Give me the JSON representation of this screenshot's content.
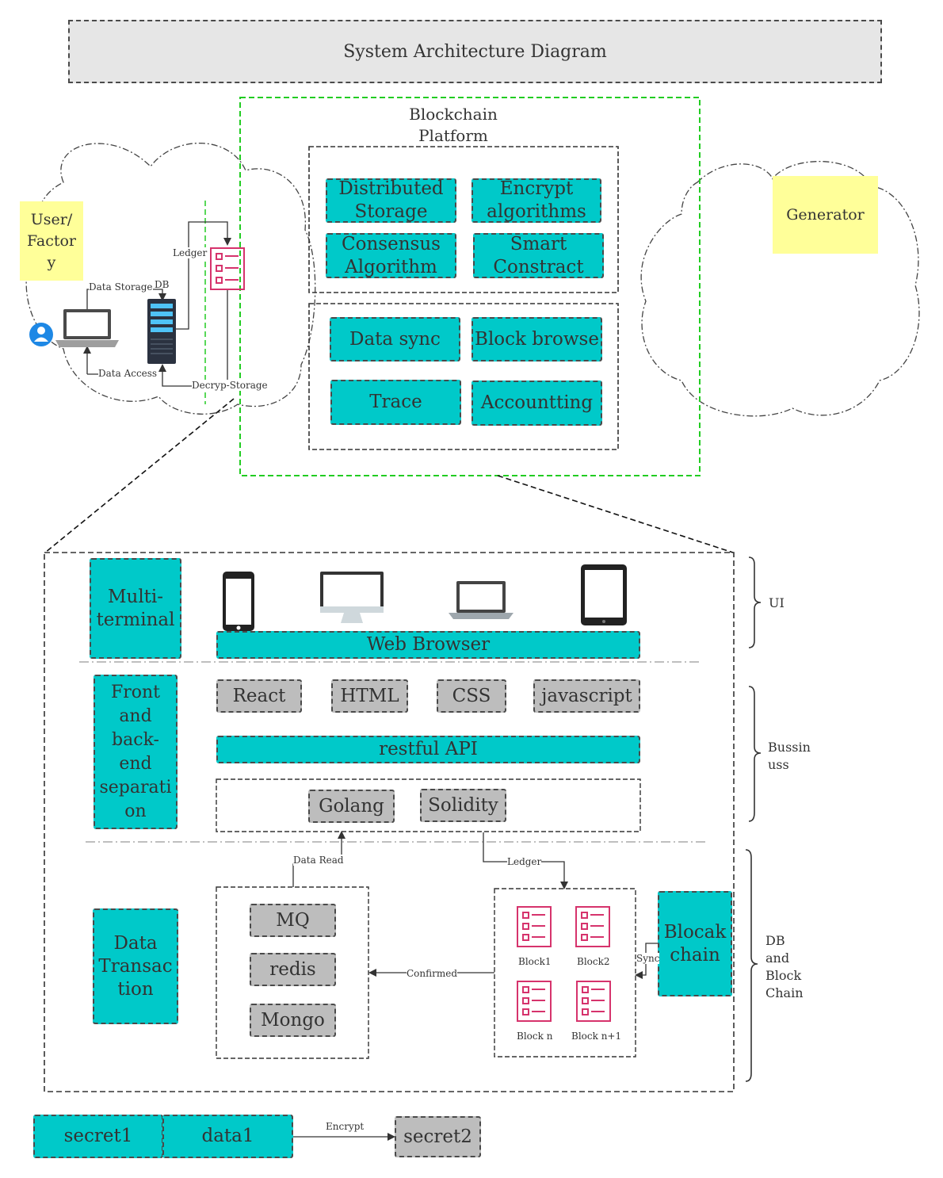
{
  "title": "System Architecture Diagram",
  "blockchain_platform": {
    "title": "Blockchain Platform",
    "core_modules": [
      "Distributed Storage",
      "Encrypt algorithms",
      "Consensus Algorithm",
      "Smart Constract"
    ],
    "services": [
      "Data sync",
      "Block browse",
      "Trace",
      "Accountting"
    ]
  },
  "left_cloud": {
    "user_note": "User/ Factor y",
    "labels": {
      "data_storage": "Data Storage",
      "db": "DB",
      "ledger": "Ledger",
      "data_access": "Data Access",
      "decrypt_storage": "Decryp-Storage"
    }
  },
  "right_cloud": {
    "generator_note": "Generator"
  },
  "layers": {
    "ui": {
      "side_label": "UI",
      "left_box": "Multi- terminal",
      "web_browser": "Web Browser"
    },
    "business": {
      "side_label": "Bussin uss",
      "left_box": "Front and back- end separati on",
      "frontend_tech": [
        "React",
        "HTML",
        "CSS",
        "javascript"
      ],
      "api": "restful API",
      "backend_tech": [
        "Golang",
        "Solidity"
      ]
    },
    "db": {
      "side_label": "DB and Block Chain",
      "left_box": "Data Transac tion",
      "stores": [
        "MQ",
        "redis",
        "Mongo"
      ],
      "blocks": [
        "Block1",
        "Block2",
        "Block n",
        "Block n+1"
      ],
      "blockchain_box": "Blocak chain",
      "labels": {
        "data_read": "Data Read",
        "ledger": "Ledger",
        "confirmed": "Confirmed",
        "sync": "Sync"
      }
    }
  },
  "bottom": {
    "secret1": "secret1",
    "data1": "data1",
    "encrypt": "Encrypt",
    "secret2": "secret2"
  },
  "colors": {
    "teal": "#00c9c9",
    "grey": "#bdbdbd",
    "note": "#ffff99",
    "green_dash": "#22cc22",
    "pink": "#d6336c"
  }
}
